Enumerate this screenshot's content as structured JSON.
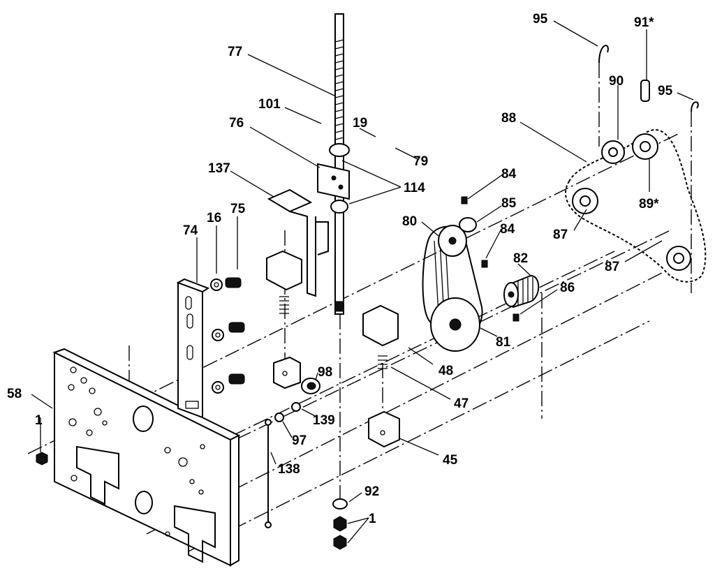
{
  "callouts": [
    {
      "id": "c95a",
      "text": "95"
    },
    {
      "id": "c91",
      "text": "91*"
    },
    {
      "id": "c77",
      "text": "77"
    },
    {
      "id": "c90",
      "text": "90"
    },
    {
      "id": "c95b",
      "text": "95"
    },
    {
      "id": "c101",
      "text": "101"
    },
    {
      "id": "c88",
      "text": "88"
    },
    {
      "id": "c76",
      "text": "76"
    },
    {
      "id": "c19",
      "text": "19"
    },
    {
      "id": "c79",
      "text": "79"
    },
    {
      "id": "c137",
      "text": "137"
    },
    {
      "id": "c114",
      "text": "114"
    },
    {
      "id": "c84a",
      "text": "84"
    },
    {
      "id": "c89",
      "text": "89*"
    },
    {
      "id": "c85",
      "text": "85"
    },
    {
      "id": "c16",
      "text": "16"
    },
    {
      "id": "c75",
      "text": "75"
    },
    {
      "id": "c80",
      "text": "80"
    },
    {
      "id": "c84b",
      "text": "84"
    },
    {
      "id": "c74",
      "text": "74"
    },
    {
      "id": "c87a",
      "text": "87"
    },
    {
      "id": "c87b",
      "text": "87"
    },
    {
      "id": "c82",
      "text": "82"
    },
    {
      "id": "c86",
      "text": "86"
    },
    {
      "id": "c81",
      "text": "81"
    },
    {
      "id": "c98",
      "text": "98"
    },
    {
      "id": "c48",
      "text": "48"
    },
    {
      "id": "c58",
      "text": "58"
    },
    {
      "id": "c139",
      "text": "139"
    },
    {
      "id": "c47",
      "text": "47"
    },
    {
      "id": "c1a",
      "text": "1"
    },
    {
      "id": "c97",
      "text": "97"
    },
    {
      "id": "c45",
      "text": "45"
    },
    {
      "id": "c138",
      "text": "138"
    },
    {
      "id": "c92",
      "text": "92"
    },
    {
      "id": "c1b",
      "text": "1"
    }
  ]
}
